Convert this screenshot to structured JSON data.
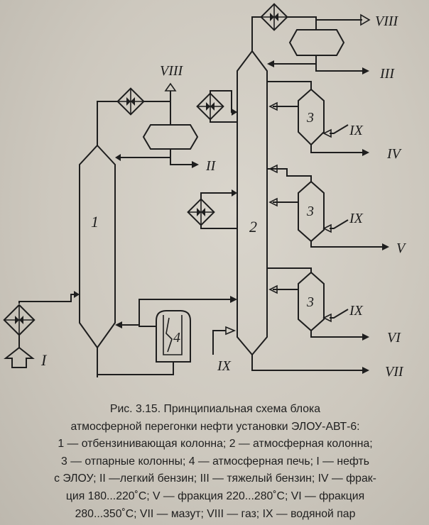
{
  "labels": {
    "stream_I": "I",
    "stream_II": "II",
    "stream_III": "III",
    "stream_IV": "IV",
    "stream_V": "V",
    "stream_VI": "VI",
    "stream_VII": "VII",
    "stream_VIII_left": "VIII",
    "stream_VIII_right": "VIII",
    "steam_IX_col2": "IX",
    "steam_IX_s1": "IX",
    "steam_IX_s2": "IX",
    "steam_IX_s3": "IX",
    "column_1": "1",
    "column_2": "2",
    "stripper_1": "3",
    "stripper_2": "3",
    "stripper_3": "3",
    "furnace": "4"
  },
  "caption": {
    "line1": "Рис. 3.15. Принципиальная схема блока",
    "line2": "атмосферной перегонки нефти установки ЭЛОУ-АВТ-6:",
    "line3": "1 — отбензинивающая колонна; 2 — атмосферная колонна;",
    "line4": "3 — отпарные колонны; 4 — атмосферная печь; I — нефть",
    "line5": "с ЭЛОУ; II —легкий бензин; III — тяжелый бензин; IV — фрак-",
    "line6": "ция 180...220˚С; V — фракция 220...280˚С; VI — фракция",
    "line7": "280...350˚С; VII — мазут; VIII — газ; IX — водяной пар"
  }
}
